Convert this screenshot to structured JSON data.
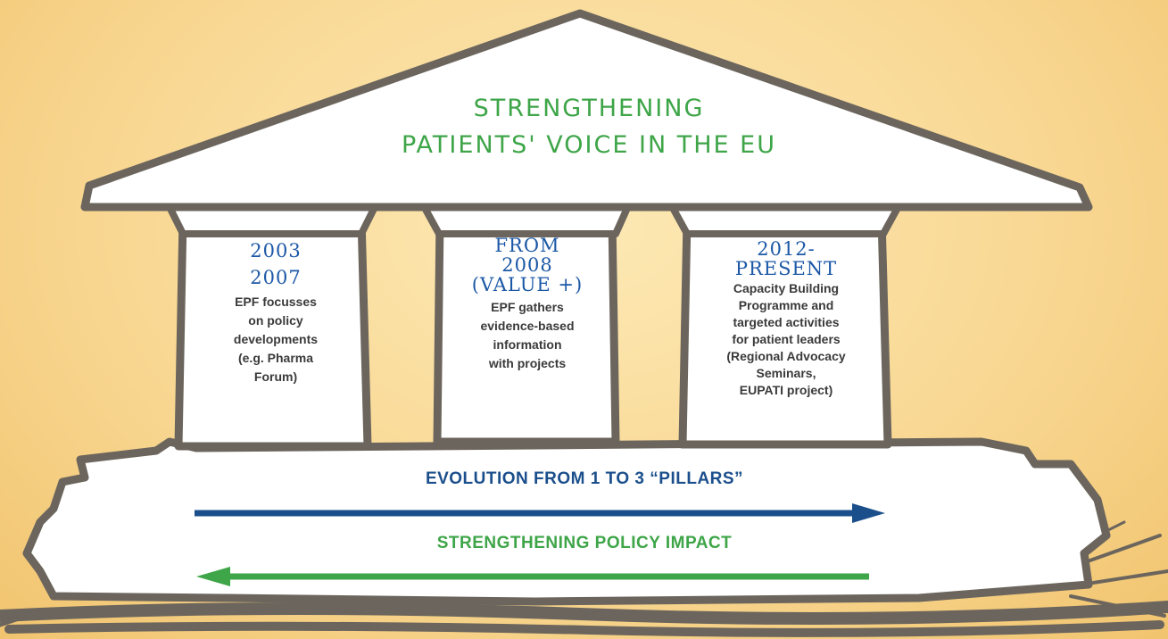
{
  "roof": {
    "title_line1": "STRENGTHENING",
    "title_line2": "PATIENTS' VOICE IN THE EU"
  },
  "pillars": [
    {
      "title_line1": "2003",
      "title_line2": "2007",
      "description": [
        "EPF focusses",
        "on policy",
        "developments",
        "(e.g. Pharma",
        "Forum)"
      ]
    },
    {
      "title_line1": "FROM",
      "title_line2": "2008",
      "title_line3": "(VALUE +)",
      "description": [
        "EPF gathers",
        "evidence-based",
        "information",
        "with projects"
      ]
    },
    {
      "title_line1": "2012-",
      "title_line2": "PRESENT",
      "description": [
        "Capacity Building",
        "Programme and",
        "targeted activities",
        "for patient leaders",
        "(Regional Advocacy",
        "Seminars,",
        "EUPATI project)"
      ]
    }
  ],
  "base": {
    "label_top": "EVOLUTION FROM 1 TO 3 “PILLARS”",
    "label_bottom": "STRENGTHENING POLICY IMPACT"
  },
  "colors": {
    "background": "#f8d690",
    "structure_fill": "#ffffff",
    "outline": "#6b655d",
    "green": "#3ea548",
    "blue": "#1c58a6",
    "navy": "#1b4f8c"
  }
}
